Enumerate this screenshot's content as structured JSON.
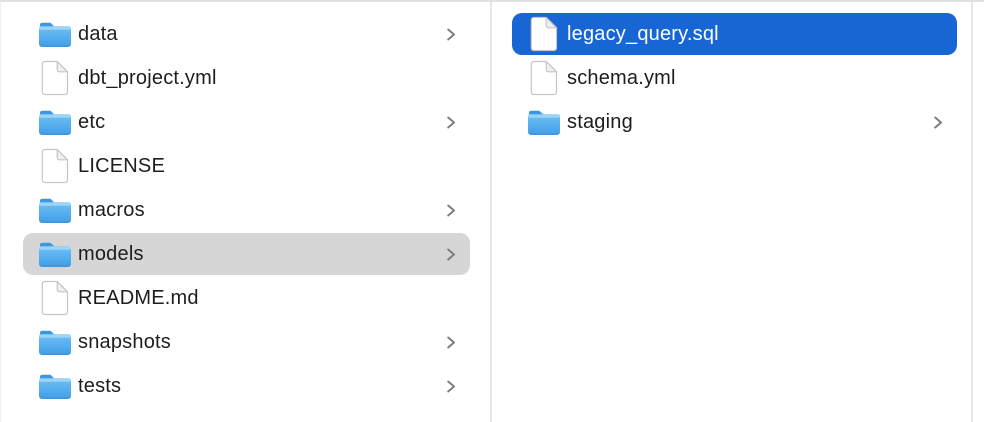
{
  "app": "file-browser-column-view",
  "colors": {
    "background": "#ffffff",
    "top_border": "#e1e1e1",
    "column_divider": "#e7e7e7",
    "selection_blue": "#1766d4",
    "selection_gray": "#d6d6d6",
    "text": "#1d1d1f",
    "selected_text": "#ffffff",
    "chevron": "#7d7d7d",
    "folder_blue": "#55b0ee",
    "folder_tab_blue": "#3e97de",
    "document_border": "#c6c6c6"
  },
  "columns": [
    {
      "items": [
        {
          "label": "data",
          "type": "folder",
          "icon": "folder-icon",
          "chevron": true,
          "selected": "none"
        },
        {
          "label": "dbt_project.yml",
          "type": "file",
          "icon": "document-icon",
          "chevron": false,
          "selected": "none"
        },
        {
          "label": "etc",
          "type": "folder",
          "icon": "folder-icon",
          "chevron": true,
          "selected": "none"
        },
        {
          "label": "LICENSE",
          "type": "file",
          "icon": "document-icon",
          "chevron": false,
          "selected": "none"
        },
        {
          "label": "macros",
          "type": "folder",
          "icon": "folder-icon",
          "chevron": true,
          "selected": "none"
        },
        {
          "label": "models",
          "type": "folder",
          "icon": "folder-icon",
          "chevron": true,
          "selected": "gray"
        },
        {
          "label": "README.md",
          "type": "file",
          "icon": "document-icon",
          "chevron": false,
          "selected": "none"
        },
        {
          "label": "snapshots",
          "type": "folder",
          "icon": "folder-icon",
          "chevron": true,
          "selected": "none"
        },
        {
          "label": "tests",
          "type": "folder",
          "icon": "folder-icon",
          "chevron": true,
          "selected": "none"
        }
      ]
    },
    {
      "items": [
        {
          "label": "legacy_query.sql",
          "type": "file",
          "icon": "document-icon",
          "chevron": false,
          "selected": "blue"
        },
        {
          "label": "schema.yml",
          "type": "file",
          "icon": "document-icon",
          "chevron": false,
          "selected": "none"
        },
        {
          "label": "staging",
          "type": "folder",
          "icon": "folder-icon",
          "chevron": true,
          "selected": "none"
        }
      ]
    }
  ]
}
